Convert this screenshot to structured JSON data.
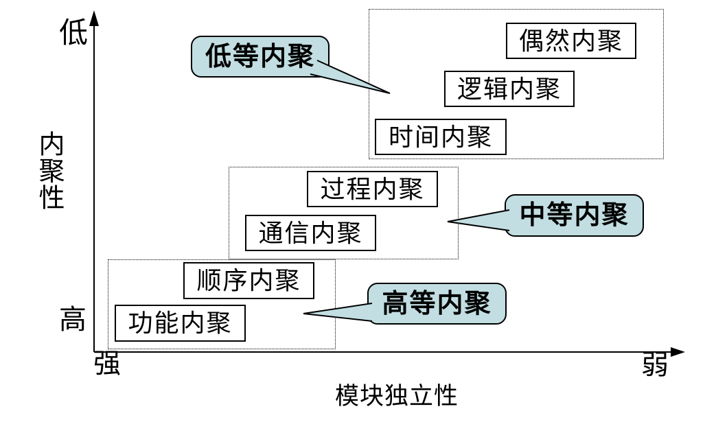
{
  "axes": {
    "y_label": "内聚性",
    "y_top": "低",
    "y_bottom": "高",
    "x_label": "模块独立性",
    "x_left": "强",
    "x_right": "弱"
  },
  "groups": [
    {
      "callout": "低等内聚",
      "boxes": [
        "偶然内聚",
        "逻辑内聚",
        "时间内聚"
      ]
    },
    {
      "callout": "中等内聚",
      "boxes": [
        "过程内聚",
        "通信内聚"
      ]
    },
    {
      "callout": "高等内聚",
      "boxes": [
        "顺序内聚",
        "功能内聚"
      ]
    }
  ],
  "colors": {
    "callout_fill": "#c2dee2",
    "line": "#000000"
  }
}
